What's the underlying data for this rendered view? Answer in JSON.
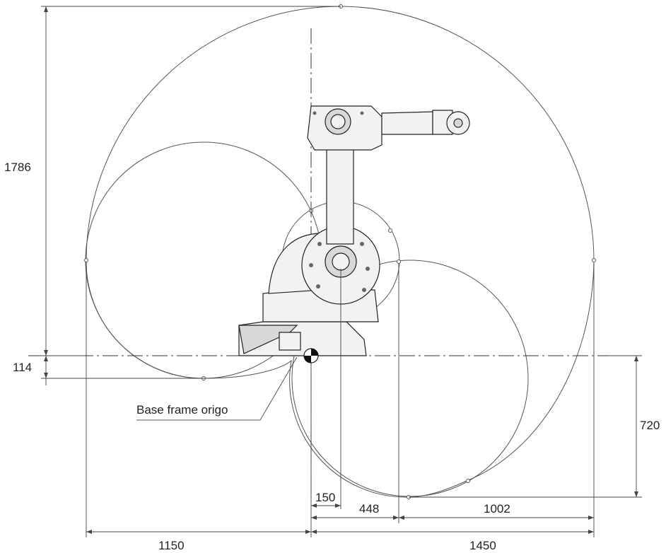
{
  "dimensions": {
    "top_height": "1786",
    "bottom_offset": "114",
    "left_reach": "1150",
    "right_reach": "1450",
    "lower_depth": "720",
    "offset_a": "150",
    "offset_b": "448",
    "offset_c": "1002"
  },
  "callout": {
    "base_frame": "Base frame origo"
  },
  "colors": {
    "line": "#555555",
    "robot_fill": "#f2f2f2",
    "text": "#222222"
  }
}
